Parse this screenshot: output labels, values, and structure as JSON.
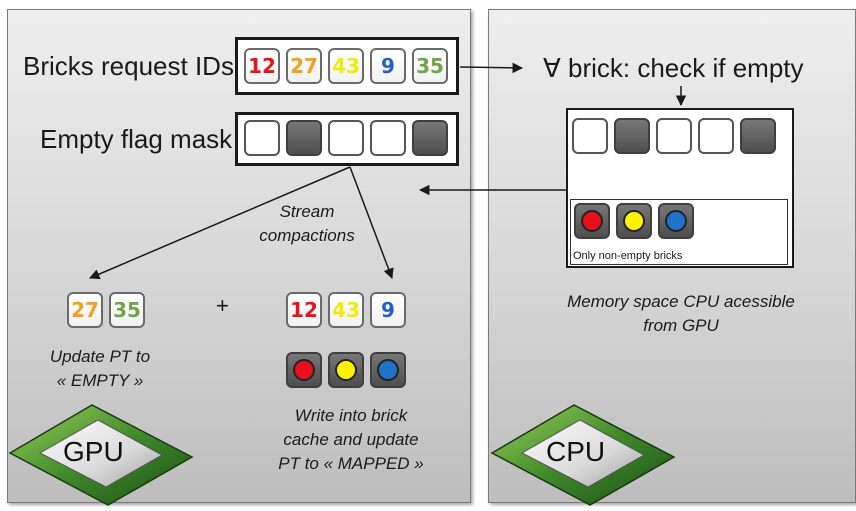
{
  "colors": {
    "red": "#e3151a",
    "orange": "#f0a01c",
    "yellow": "#f2ea0f",
    "blue": "#2360c4",
    "green": "#72a54a",
    "dot_red": "#e8101a",
    "dot_yellow": "#fff200",
    "dot_blue": "#1f73c9"
  },
  "gpu_panel": {
    "request_label": "Bricks request IDs",
    "request_ids": [
      {
        "text": "12",
        "color": "red"
      },
      {
        "text": "27",
        "color": "orange"
      },
      {
        "text": "43",
        "color": "yellow"
      },
      {
        "text": "9",
        "color": "blue"
      },
      {
        "text": "35",
        "color": "green"
      }
    ],
    "mask_label": "Empty flag mask",
    "mask": [
      false,
      true,
      false,
      false,
      true
    ],
    "stream_label": "Stream\ncompactions",
    "empty_ids": [
      {
        "text": "27",
        "color": "orange"
      },
      {
        "text": "35",
        "color": "green"
      }
    ],
    "plus": "+",
    "nonempty_ids": [
      {
        "text": "12",
        "color": "red"
      },
      {
        "text": "43",
        "color": "yellow"
      },
      {
        "text": "9",
        "color": "blue"
      }
    ],
    "nonempty_dots": [
      "dot_red",
      "dot_yellow",
      "dot_blue"
    ],
    "empty_caption": "Update PT to\n« EMPTY »",
    "mapped_caption": "Write into brick\ncache and update\nPT to « MAPPED »",
    "chip_label": "GPU"
  },
  "cpu_panel": {
    "check_label": "∀ brick: check if empty",
    "mask": [
      false,
      true,
      false,
      false,
      true
    ],
    "dots": [
      "dot_red",
      "dot_yellow",
      "dot_blue"
    ],
    "nonempty_label": "Only non-empty bricks",
    "memory_caption": "Memory space CPU acessible\nfrom GPU",
    "chip_label": "CPU"
  }
}
